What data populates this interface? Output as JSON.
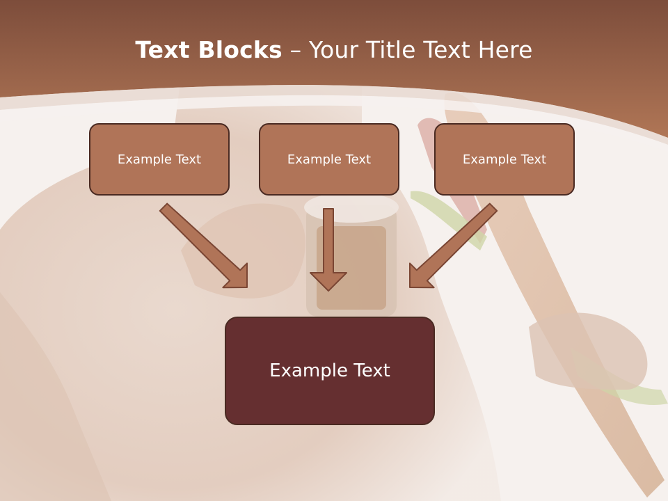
{
  "slide": {
    "title_bold": "Text Blocks",
    "title_rest": "– Your Title Text Here",
    "top_boxes": [
      {
        "label": "Example Text"
      },
      {
        "label": "Example Text"
      },
      {
        "label": "Example Text"
      }
    ],
    "bottom_box": {
      "label": "Example Text"
    }
  },
  "colors": {
    "header_top": "#7d4d3b",
    "header_bottom": "#b07656",
    "box_fill": "#b07458",
    "box_border": "#4a2a22",
    "bottom_box_fill": "#652f30",
    "arrow_fill": "#b07458",
    "arrow_stroke": "#7a4634"
  }
}
